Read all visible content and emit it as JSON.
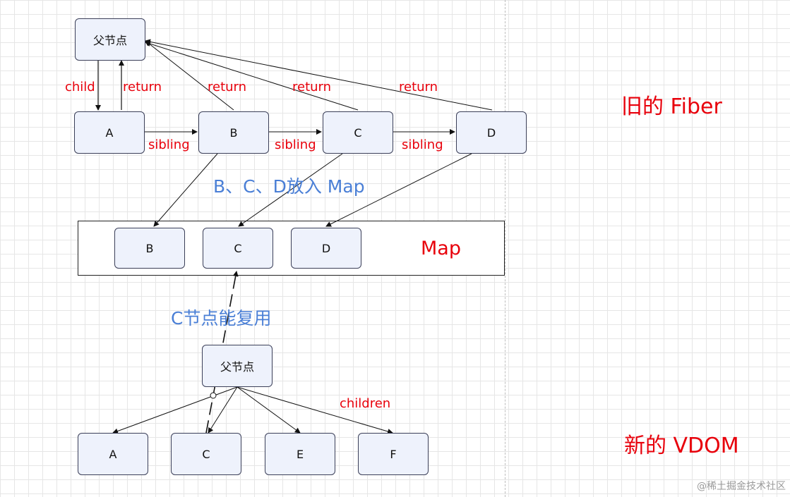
{
  "old_fiber": {
    "title": "旧的 Fiber",
    "parent": "父节点",
    "nodes": [
      "A",
      "B",
      "C",
      "D"
    ],
    "edge_labels": {
      "child": "child",
      "return": "return",
      "sibling": "sibling"
    }
  },
  "transfer_label": "B、C、D放入 Map",
  "map": {
    "label": "Map",
    "nodes": [
      "B",
      "C",
      "D"
    ]
  },
  "reuse_label": "C节点能复用",
  "new_vdom": {
    "title": "新的 VDOM",
    "parent": "父节点",
    "children_label": "children",
    "nodes": [
      "A",
      "C",
      "E",
      "F"
    ]
  },
  "watermark": "@稀土掘金技术社区",
  "colors": {
    "label_red": "#e8000b",
    "label_blue": "#4a7fd6",
    "node_fill": "#eef2fc",
    "node_border": "#3b3f58"
  }
}
